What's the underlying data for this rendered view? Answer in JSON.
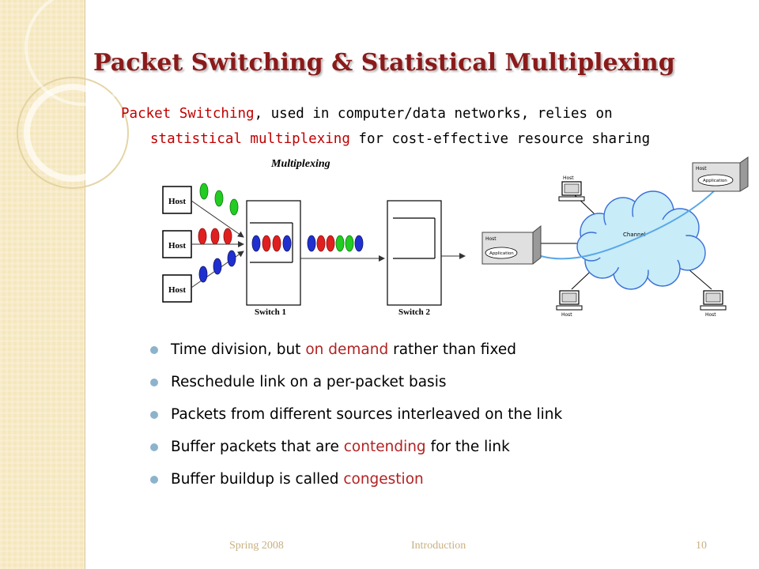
{
  "title": "Packet Switching & Statistical Multiplexing",
  "intro": {
    "term1": "Packet Switching",
    "text1": ", used in computer/data networks, relies on",
    "term2": "statistical multiplexing",
    "text2": " for cost-effective resource sharing"
  },
  "mux_diagram": {
    "heading": "Multiplexing",
    "host_label": "Host",
    "switch1_label": "Switch 1",
    "switch2_label": "Switch 2"
  },
  "network_diagram": {
    "host_label": "Host",
    "channel_label": "Channel",
    "app_label": "Application"
  },
  "bullets": [
    {
      "before": "Time division, but ",
      "highlight": "on demand",
      "after": " rather than fixed"
    },
    {
      "before": "Reschedule link on a per-packet basis",
      "highlight": "",
      "after": ""
    },
    {
      "before": "Packets from different sources interleaved on the link",
      "highlight": "",
      "after": ""
    },
    {
      "before": "Buffer packets that are ",
      "highlight": "contending",
      "after": " for the link"
    },
    {
      "before": "Buffer buildup is called ",
      "highlight": "congestion",
      "after": ""
    }
  ],
  "footer": {
    "left": "Spring 2008",
    "center": "Introduction",
    "page": "10"
  },
  "colors": {
    "title": "#8b1a1a",
    "highlight": "#c00000",
    "bullet_dot": "#8db3cc",
    "packet_green": "#22cc22",
    "packet_red": "#e02020",
    "packet_blue": "#2030d0",
    "band": "#f5e7bd"
  }
}
